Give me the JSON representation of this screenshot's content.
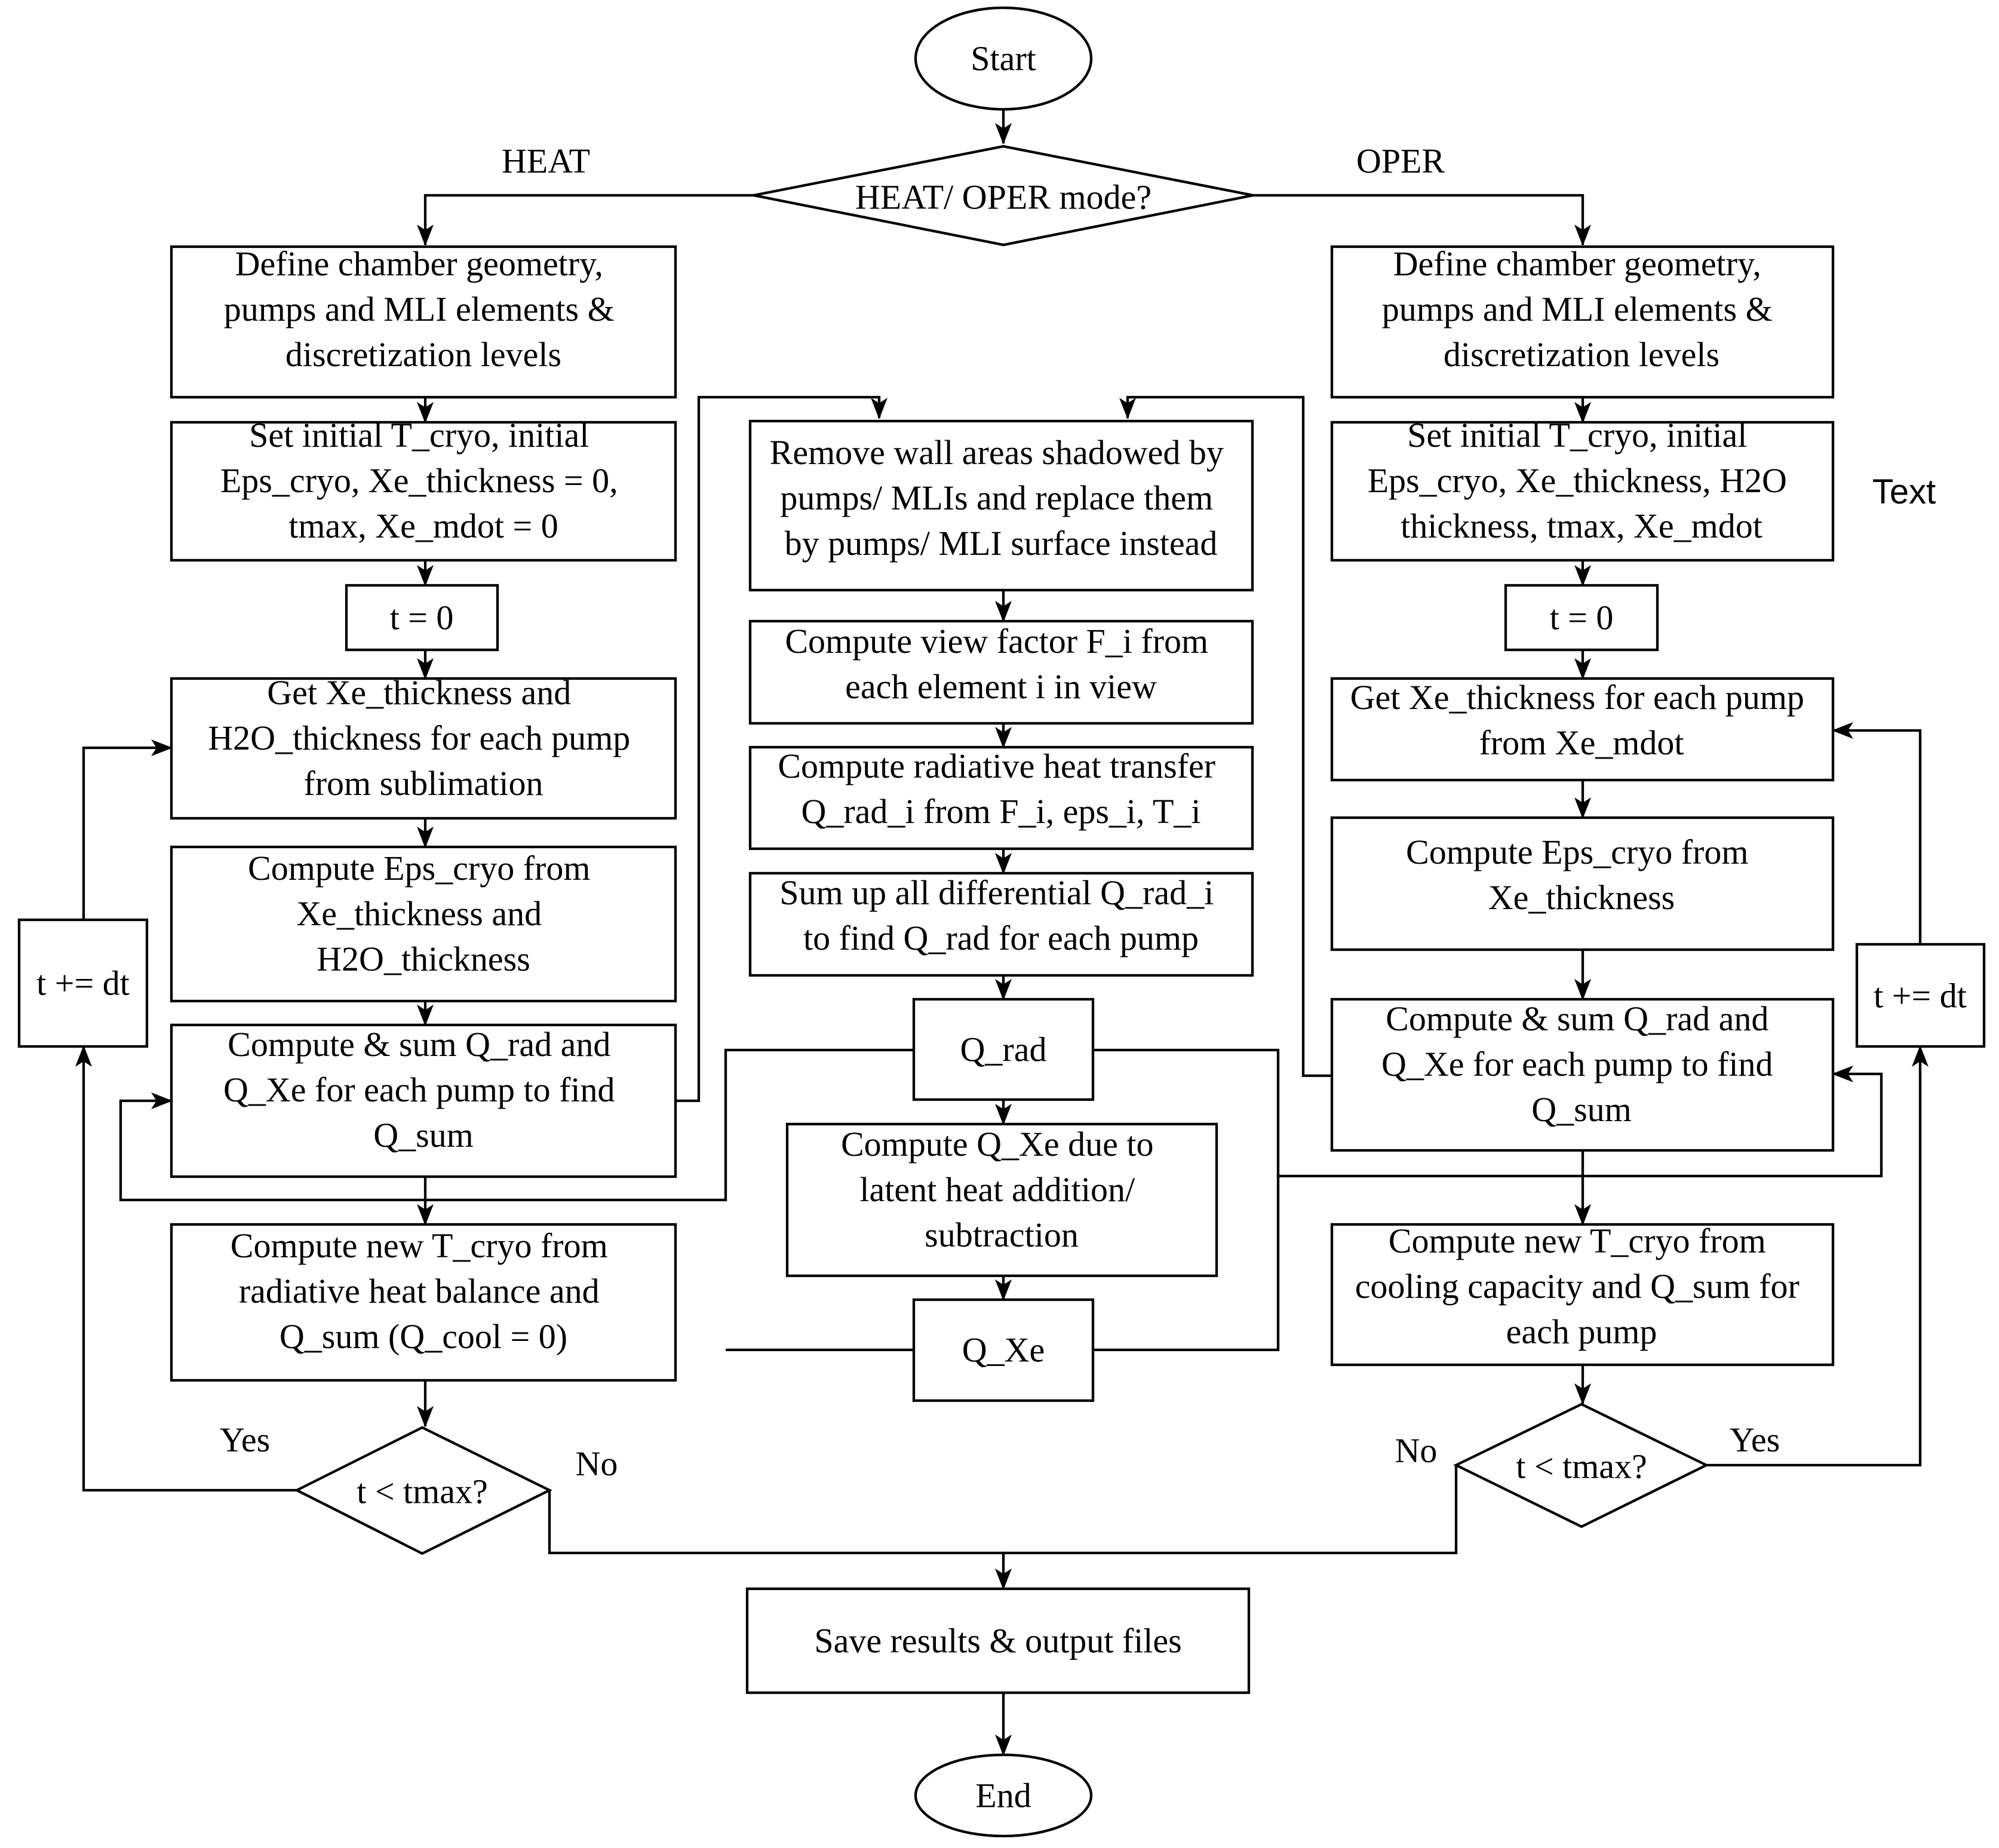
{
  "colors": {
    "stroke": "#000000",
    "background": "#ffffff"
  },
  "nodes": {
    "start": "Start",
    "mode": "HEAT/ OPER mode?",
    "end": "End",
    "save": "Save results & output files",
    "heat": {
      "define": [
        "Define chamber geometry,",
        "pumps and MLI elements &",
        "discretization levels"
      ],
      "init": [
        "Set initial T_cryo, initial",
        "Eps_cryo, Xe_thickness = 0,",
        "tmax, Xe_mdot = 0"
      ],
      "t0": "t = 0",
      "getthick": [
        "Get Xe_thickness and",
        "H2O_thickness for each pump",
        "from sublimation"
      ],
      "eps": [
        "Compute Eps_cryo from",
        "Xe_thickness and",
        "H2O_thickness"
      ],
      "sum": [
        "Compute & sum Q_rad and",
        "Q_Xe for each pump to find",
        "Q_sum"
      ],
      "newT": [
        "Compute new T_cryo from",
        "radiative heat balance and",
        "Q_sum (Q_cool = 0)"
      ],
      "cond": "t < tmax?",
      "incr": "t += dt"
    },
    "oper": {
      "define": [
        "Define chamber geometry,",
        "pumps and MLI elements &",
        "discretization levels"
      ],
      "init": [
        "Set initial T_cryo, initial",
        "Eps_cryo, Xe_thickness, H2O",
        "thickness, tmax, Xe_mdot"
      ],
      "t0": "t = 0",
      "getthick": [
        "Get Xe_thickness for each pump",
        "from Xe_mdot"
      ],
      "eps": [
        "Compute Eps_cryo from",
        "Xe_thickness"
      ],
      "sum": [
        "Compute & sum Q_rad and",
        "Q_Xe for each pump to find",
        "Q_sum"
      ],
      "newT": [
        "Compute new T_cryo from",
        "cooling capacity and Q_sum for",
        "each pump"
      ],
      "cond": "t < tmax?",
      "incr": "t += dt"
    },
    "mid": {
      "remove": [
        "Remove wall areas shadowed by",
        "pumps/ MLIs and replace them",
        "by pumps/ MLI surface instead"
      ],
      "viewfactor": [
        "Compute view factor F_i from",
        "each element i in view"
      ],
      "radiative": [
        "Compute radiative heat transfer",
        "Q_rad_i from F_i, eps_i, T_i"
      ],
      "sumup": [
        "Sum up all differential Q_rad_i",
        "to find Q_rad for each pump"
      ],
      "qrad": "Q_rad",
      "latent": [
        "Compute Q_Xe due to",
        "latent heat addition/",
        "subtraction"
      ],
      "qxe": "Q_Xe"
    }
  },
  "edge_labels": {
    "heat": "HEAT",
    "oper": "OPER",
    "yes_left": "Yes",
    "no_left": "No",
    "no_right": "No",
    "yes_right": "Yes"
  },
  "stray_text": "Text"
}
